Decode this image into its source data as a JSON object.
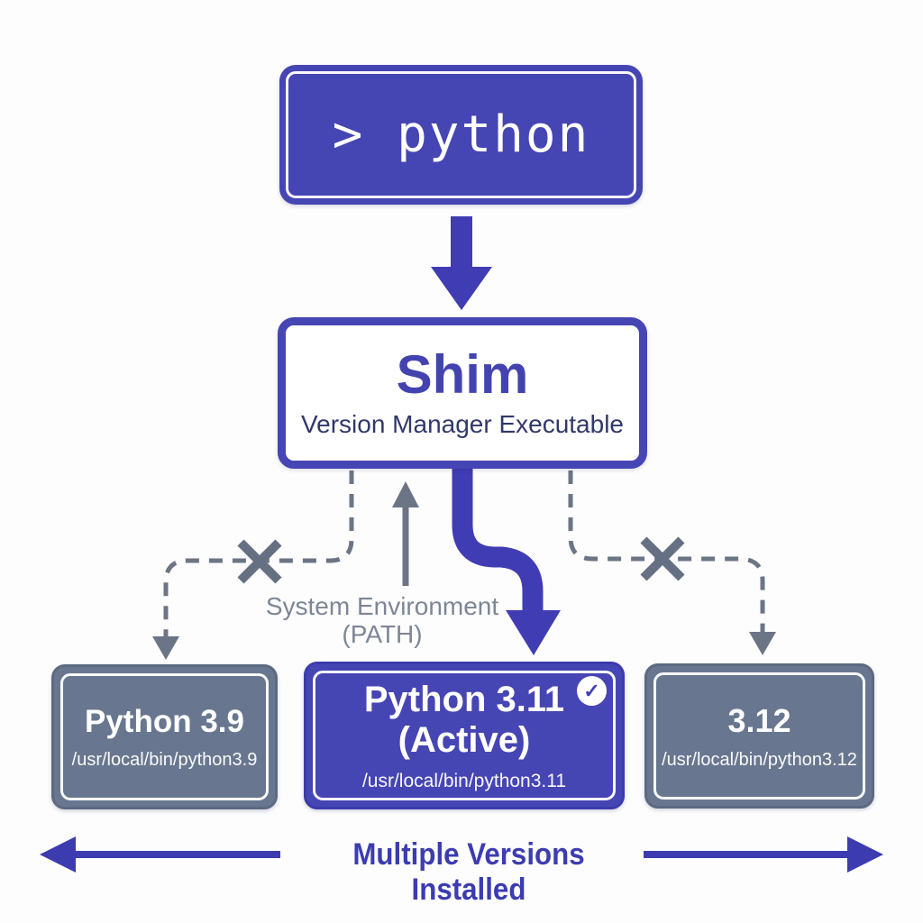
{
  "command_box": {
    "text": "> python"
  },
  "shim_box": {
    "title": "Shim",
    "subtitle": "Version Manager Executable"
  },
  "env_label": {
    "line1": "System Environment",
    "line2": "(PATH)"
  },
  "versions": [
    {
      "title": "Python 3.9",
      "path": "/usr/local/bin/python3.9",
      "active": false
    },
    {
      "title": "Python 3.11 (Active)",
      "path": "/usr/local/bin/python3.11",
      "active": true
    },
    {
      "title": "3.12",
      "path": "/usr/local/bin/python3.12",
      "active": false
    }
  ],
  "active_badge": {
    "icon": "check-icon",
    "glyph": "✓"
  },
  "footer": {
    "label": "Multiple Versions Installed"
  },
  "colors": {
    "indigo_box": "#4645b4",
    "indigo_arrow": "#403cb4",
    "indigo_text": "#3c3cb0",
    "shim_title_blue": "#4343b0",
    "navy_subtitle": "#31386a",
    "slate_box": "#68778f",
    "slate_box_border": "#5b6a81",
    "connector_gray": "#6b7585",
    "label_gray": "#7d8695",
    "white": "#ffffff"
  }
}
